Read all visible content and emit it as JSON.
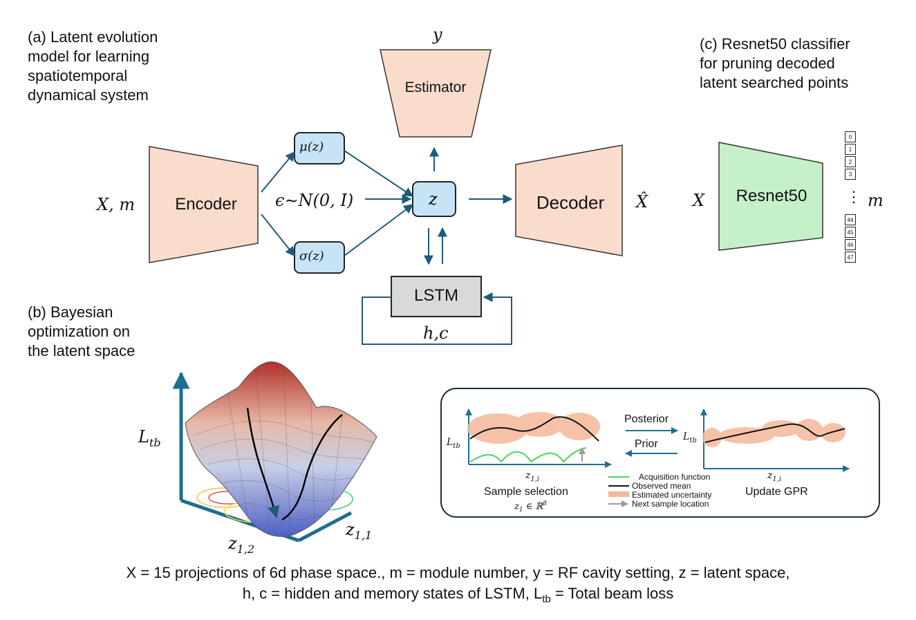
{
  "panel_a": {
    "title_lines": [
      "(a) Latent evolution",
      "model for learning",
      "spatiotemporal",
      "dynamical system"
    ],
    "input_label": "X, m",
    "encoder": "Encoder",
    "mu": "μ(z)",
    "sigma": "σ(z)",
    "epsilon": "ϵ∼N(0, I)",
    "z": "z",
    "estimator": "Estimator",
    "y": "y",
    "decoder": "Decoder",
    "x_hat": "X̂",
    "lstm": "LSTM",
    "hc": "h,c"
  },
  "panel_b": {
    "title_lines": [
      "(b) Bayesian",
      "optimization on",
      "the latent space"
    ],
    "axis_L": "L",
    "axis_L_sub": "tb",
    "axis_z12": "z",
    "axis_z12_sub": "1,2",
    "axis_z11": "z",
    "axis_z11_sub": "1,1",
    "gp": {
      "posterior": "Posterior",
      "prior": "Prior",
      "L_left": "L",
      "L_left_sub": "tb",
      "L_right": "L",
      "L_right_sub": "tb",
      "z_left": "z",
      "z_left_sub": "1,i",
      "z_right": "z",
      "z_right_sub": "1,i",
      "sample_selection": "Sample selection",
      "z_space": "z",
      "z_space_sub": "1",
      "z_space_rest": " ∈ ℝ",
      "z_space_sup": "8",
      "update_gpr": "Update GPR",
      "legend": [
        {
          "label": "Acquisition function",
          "color": "#4cd45a"
        },
        {
          "label": "Observed mean",
          "color": "#111111"
        },
        {
          "label": "Estimated uncertainty",
          "color": "#f4b89a"
        },
        {
          "label": "Next sample location",
          "color": "#9a9a9a"
        }
      ]
    }
  },
  "panel_c": {
    "title_lines": [
      "(c) Resnet50 classifier",
      "for pruning decoded",
      "latent searched points"
    ],
    "x": "X",
    "resnet": "Resnet50",
    "m": "m",
    "dots": "⋮",
    "classes_top": [
      "0",
      "1",
      "2",
      "3"
    ],
    "classes_bottom": [
      "44",
      "45",
      "46",
      "47"
    ]
  },
  "caption": {
    "line1": "X = 15 projections of 6d phase space., m = module number, y = RF cavity setting, z = latent space,",
    "line2_pre": "h, c = hidden and memory states of LSTM, L",
    "line2_sub": "tb",
    "line2_post": " = Total beam loss"
  },
  "colors": {
    "encoder_fill": "#f9dccb",
    "latent_fill": "#c6e4f6",
    "resnet_fill": "#c5f0c9",
    "lstm_fill": "#d9d9d9",
    "arrow": "#1f5a7a"
  }
}
